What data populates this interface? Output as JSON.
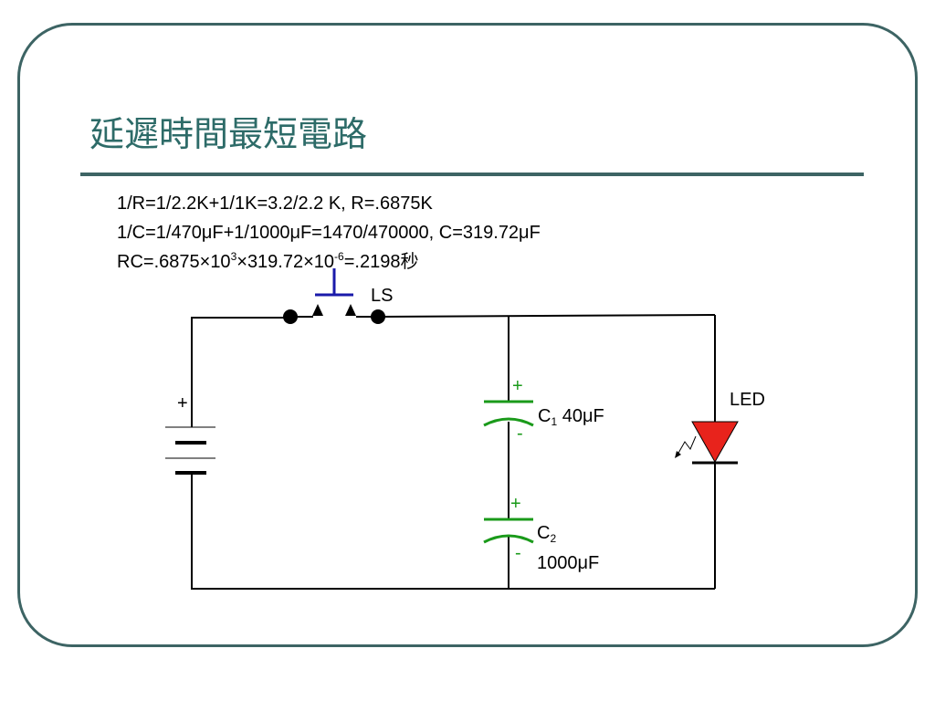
{
  "title": "延遲時間最短電路",
  "formulas": {
    "line1": "1/R=1/2.2K+1/1K=3.2/2.2 K, R=.6875K",
    "line2": "1/C=1/470μF+1/1000μF=1470/470000, C=319.72μF",
    "line3": {
      "a": "RC=.6875",
      "times": "×",
      "b": "10",
      "exp1": "3",
      "c": "×",
      "d": "319.72",
      "e": "×",
      "f": "10",
      "exp2": "-6",
      "g": "=.2198秒"
    }
  },
  "labels": {
    "switch": "LS",
    "battery_plus": "+",
    "c1_plus": "+",
    "c1_minus": "-",
    "c1_letter": "C",
    "c1_sub": "1",
    "c1_value": " 40μF",
    "c2_plus": "+",
    "c2_minus": "-",
    "c2_letter": "C",
    "c2_sub": "2",
    "c2_value": "1000μF",
    "led": "LED"
  },
  "colors": {
    "frame": "#3d6464",
    "title": "#2d6b68",
    "wire": "#000000",
    "switch_lever": "#1a1aaa",
    "capacitor": "#1a9a1a",
    "led_fill": "#e8231c"
  }
}
